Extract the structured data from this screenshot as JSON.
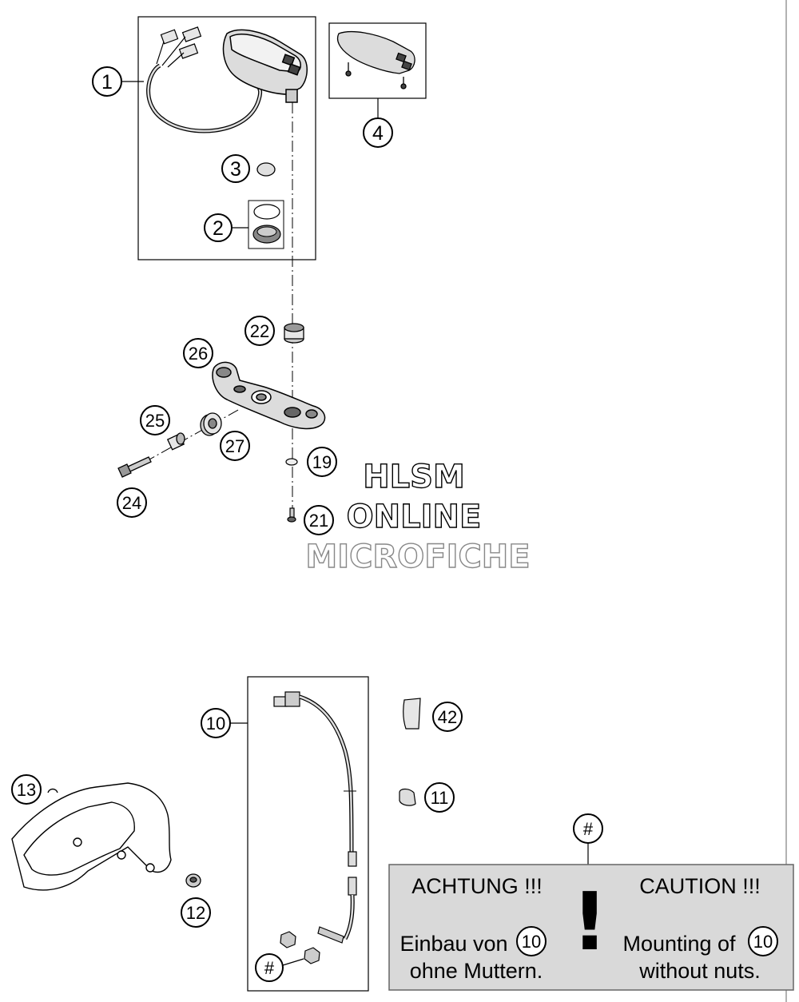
{
  "parts": {
    "p1": "1",
    "p2": "2",
    "p3": "3",
    "p4": "4",
    "p10": "10",
    "p11": "11",
    "p12": "12",
    "p13": "13",
    "p19": "19",
    "p21": "21",
    "p22": "22",
    "p24": "24",
    "p25": "25",
    "p26": "26",
    "p27": "27",
    "p42": "42",
    "hash": "#"
  },
  "watermark": {
    "line1": "HLSM",
    "line2": "ONLINE",
    "line3": "MICROFICHE"
  },
  "notice": {
    "hash": "#",
    "left_heading": "ACHTUNG !!!",
    "left_line1": "Einbau von",
    "left_ref": "10",
    "left_line2": "ohne Muttern.",
    "exclamation": "!",
    "right_heading": "CAUTION !!!",
    "right_line1": "Mounting of",
    "right_ref": "10",
    "right_line2": "without nuts."
  },
  "colors": {
    "line": "#000000",
    "part_fill": "#dcdcdc",
    "notice_bg": "#d9d9d9",
    "notice_border": "#666666"
  }
}
